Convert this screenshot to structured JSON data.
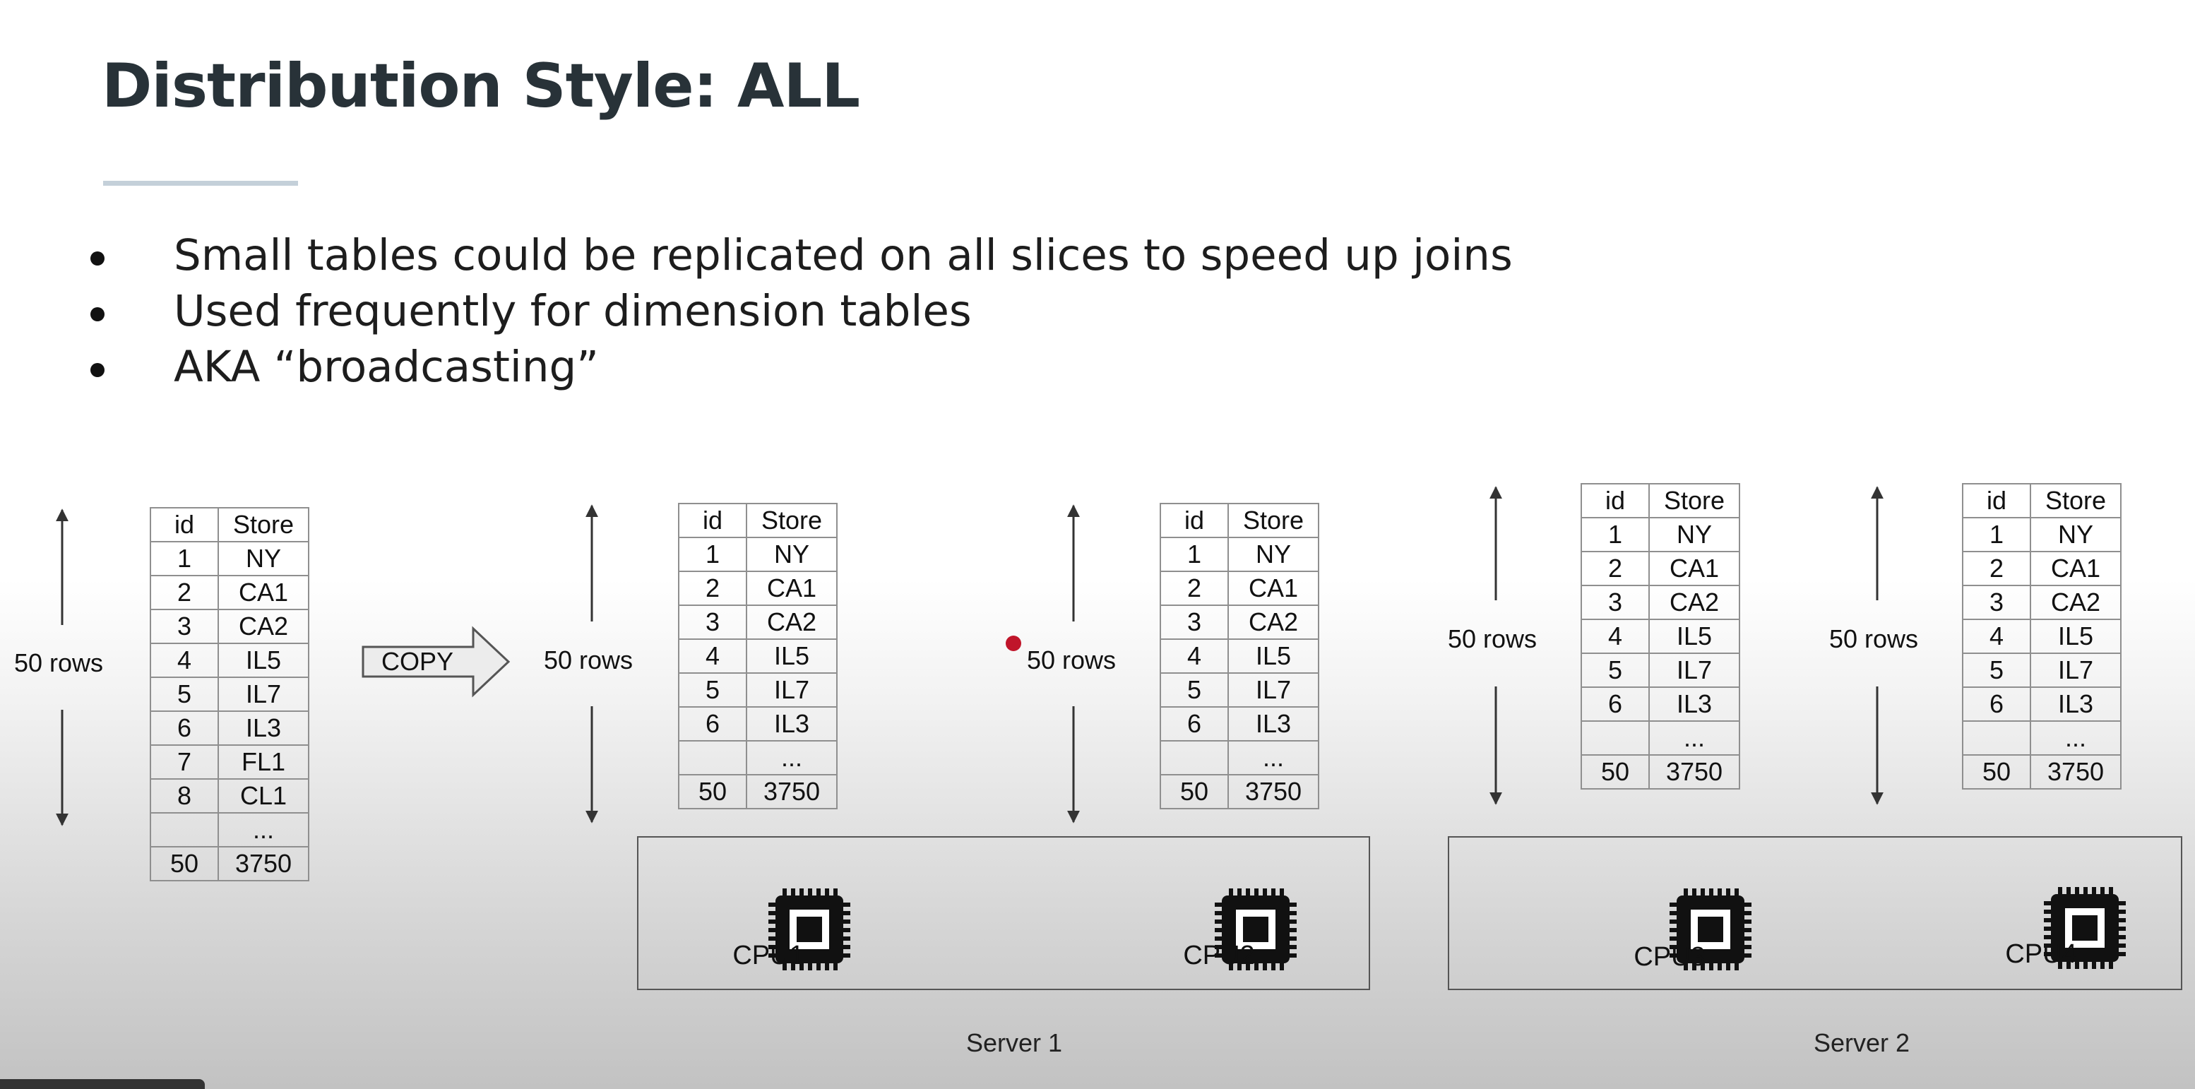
{
  "title": "Distribution Style: ALL",
  "bullets": [
    "Small tables could be replicated on all slices to speed up joins",
    "Used frequently for dimension tables",
    "AKA “broadcasting”"
  ],
  "copy_label": "COPY",
  "rows_label": "50 rows",
  "source_table": {
    "headers": [
      "id",
      "Store"
    ],
    "rows": [
      [
        "1",
        "NY"
      ],
      [
        "2",
        "CA1"
      ],
      [
        "3",
        "CA2"
      ],
      [
        "4",
        "IL5"
      ],
      [
        "5",
        "IL7"
      ],
      [
        "6",
        "IL3"
      ],
      [
        "7",
        "FL1"
      ],
      [
        "8",
        "CL1"
      ],
      [
        "",
        "..."
      ],
      [
        "50",
        "3750"
      ]
    ]
  },
  "slice_table": {
    "headers": [
      "id",
      "Store"
    ],
    "rows": [
      [
        "1",
        "NY"
      ],
      [
        "2",
        "CA1"
      ],
      [
        "3",
        "CA2"
      ],
      [
        "4",
        "IL5"
      ],
      [
        "5",
        "IL7"
      ],
      [
        "6",
        "IL3"
      ],
      [
        "",
        "..."
      ],
      [
        "50",
        "3750"
      ]
    ]
  },
  "cpus": [
    "CPU1",
    "CPU2",
    "CPU3",
    "CPU4"
  ],
  "servers": [
    "Server 1",
    "Server 2"
  ],
  "icons": {
    "cpu": "cpu-chip-icon",
    "arrow": "double-headed-arrow-icon",
    "copy": "right-arrow-icon"
  }
}
